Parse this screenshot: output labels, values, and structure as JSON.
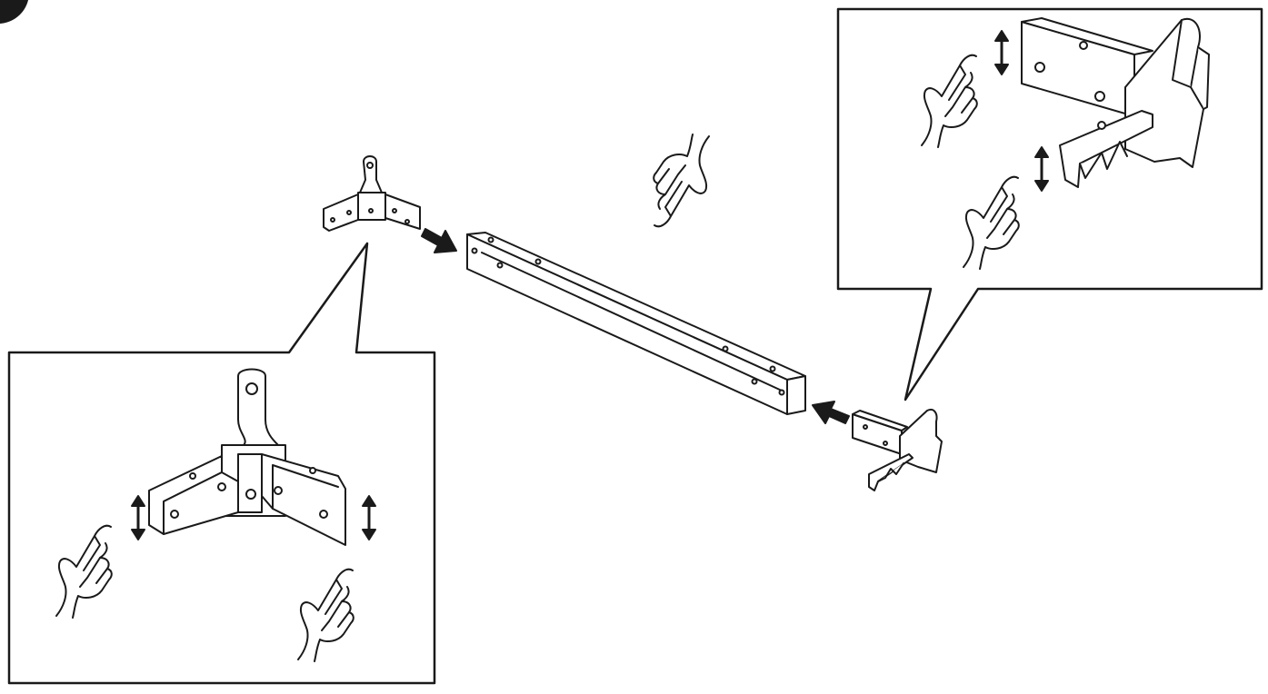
{
  "diagram": {
    "step_marker": "",
    "colors": {
      "ink": "#1a1a1a",
      "paper": "#ffffff",
      "part_fill": "#ffffff"
    },
    "parts": [
      {
        "id": "corner-bracket",
        "icon": "three-way-corner-bracket"
      },
      {
        "id": "long-rail",
        "icon": "hollow-square-rail"
      },
      {
        "id": "end-fitting",
        "icon": "hook-end-fitting"
      }
    ],
    "arrows": [
      {
        "id": "insert-arrow-left",
        "icon": "push-arrow",
        "meaning": ""
      },
      {
        "id": "insert-arrow-right",
        "icon": "push-arrow",
        "meaning": ""
      }
    ],
    "callouts": [
      {
        "id": "detail-corner-bracket",
        "icon": "magnified-detail-box"
      },
      {
        "id": "detail-end-fitting",
        "icon": "magnified-detail-box"
      }
    ],
    "gestures": [
      {
        "id": "press-pin",
        "icon": "pointing-hand-icon"
      },
      {
        "id": "up-down",
        "icon": "double-headed-arrow-icon"
      }
    ]
  }
}
